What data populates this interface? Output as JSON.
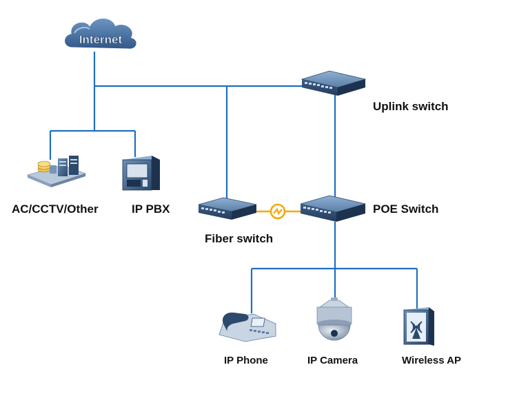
{
  "colors": {
    "link": "#1f6fc0",
    "fiber": "#f5a800",
    "device_dark": "#2d4a6e",
    "device_light": "#5d7fa6",
    "cloud": "#3f6a9a"
  },
  "nodes": {
    "internet": {
      "label": "Internet",
      "icon": "cloud-icon"
    },
    "uplink_switch": {
      "label": "Uplink switch",
      "icon": "switch-icon"
    },
    "ac_cctv": {
      "label": "AC/CCTV/Other",
      "icon": "server-rack-icon"
    },
    "ip_pbx": {
      "label": "IP PBX",
      "icon": "pbx-icon"
    },
    "fiber_switch": {
      "label": "Fiber switch",
      "icon": "switch-icon"
    },
    "poe_switch": {
      "label": "POE Switch",
      "icon": "switch-icon"
    },
    "ip_phone": {
      "label": "IP Phone",
      "icon": "phone-icon"
    },
    "ip_camera": {
      "label": "IP Camera",
      "icon": "dome-camera-icon"
    },
    "wireless_ap": {
      "label": "Wireless AP",
      "icon": "wireless-ap-icon"
    }
  },
  "links": [
    {
      "from": "internet",
      "to": "uplink_switch",
      "type": "ethernet"
    },
    {
      "from": "internet",
      "to": "ac_cctv",
      "type": "ethernet"
    },
    {
      "from": "internet",
      "to": "ip_pbx",
      "type": "ethernet"
    },
    {
      "from": "internet",
      "to": "fiber_switch",
      "type": "ethernet"
    },
    {
      "from": "uplink_switch",
      "to": "poe_switch",
      "type": "ethernet"
    },
    {
      "from": "fiber_switch",
      "to": "poe_switch",
      "type": "fiber"
    },
    {
      "from": "poe_switch",
      "to": "ip_phone",
      "type": "ethernet"
    },
    {
      "from": "poe_switch",
      "to": "ip_camera",
      "type": "ethernet"
    },
    {
      "from": "poe_switch",
      "to": "wireless_ap",
      "type": "ethernet"
    }
  ]
}
